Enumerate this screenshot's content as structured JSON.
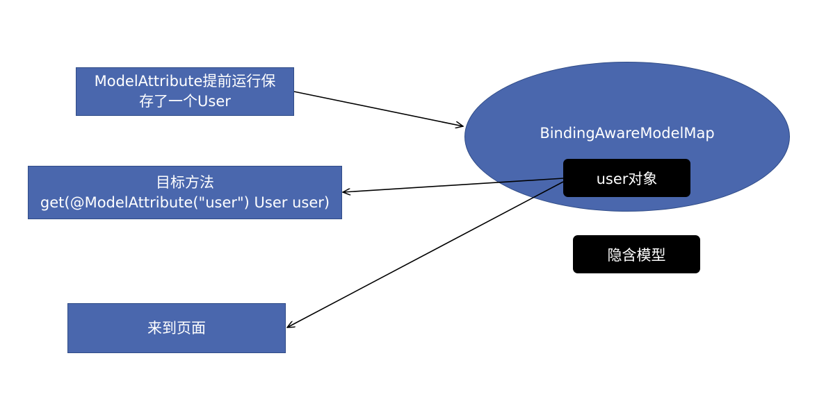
{
  "nodes": {
    "model_attribute": {
      "line1": "ModelAttribute提前运行保",
      "line2": "存了一个User"
    },
    "target_method": {
      "line1": "目标方法",
      "line2": "get(@ModelAttribute(\"user\") User user)"
    },
    "page": {
      "label": "来到页面"
    },
    "model_map": {
      "label": "BindingAwareModelMap"
    },
    "user_object": {
      "label": "user对象"
    },
    "implicit_model": {
      "label": "隐含模型"
    }
  },
  "colors": {
    "box_fill": "#4a67ad",
    "box_border": "#2f4b86",
    "pill_fill": "#000000",
    "text_light": "#ffffff",
    "arrow": "#000000"
  }
}
